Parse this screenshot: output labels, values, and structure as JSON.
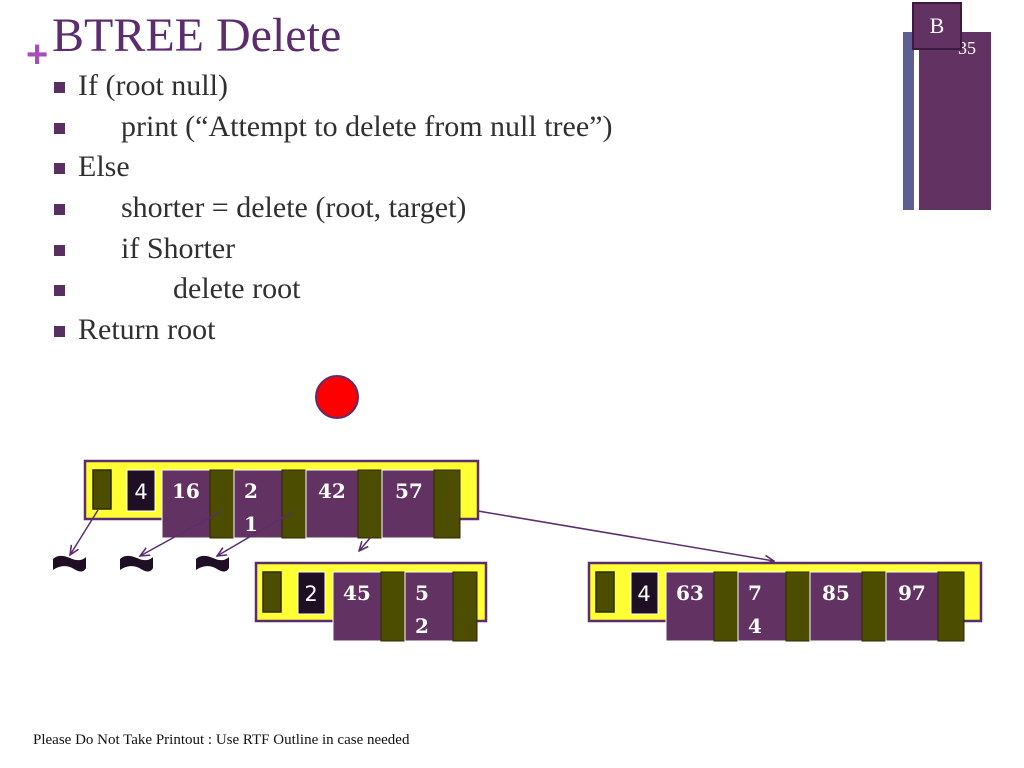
{
  "title": "BTREE Delete",
  "slide_number": "35",
  "section_badge": "B",
  "bullets": [
    {
      "text": "If (root null)",
      "indent": 0
    },
    {
      "text": "print (“Attempt to delete from null tree”)",
      "indent": 1
    },
    {
      "text": "Else",
      "indent": 0
    },
    {
      "text": "shorter = delete (root, target)",
      "indent": 1
    },
    {
      "text": "if Shorter",
      "indent": 1
    },
    {
      "text": "delete root",
      "indent": 2
    },
    {
      "text": "Return root",
      "indent": 0
    }
  ],
  "tree": {
    "root": {
      "count": "4",
      "keys": [
        "16",
        "2\n1",
        "42",
        "57"
      ]
    },
    "left_child": {
      "count": "2",
      "keys": [
        "45",
        "5\n2"
      ]
    },
    "right_child": {
      "count": "4",
      "keys": [
        "63",
        "7\n4",
        "85",
        "97"
      ]
    }
  },
  "colors": {
    "title": "#5b2d6e",
    "node_background": "#ffff33",
    "key_cell": "#623263",
    "pointer_cell": "#4d4d00",
    "count_cell": "#1e0f24",
    "marker": "#ff0000",
    "accent_plus": "#a550b8"
  },
  "footer": "Please Do Not Take Printout : Use RTF Outline in case needed"
}
